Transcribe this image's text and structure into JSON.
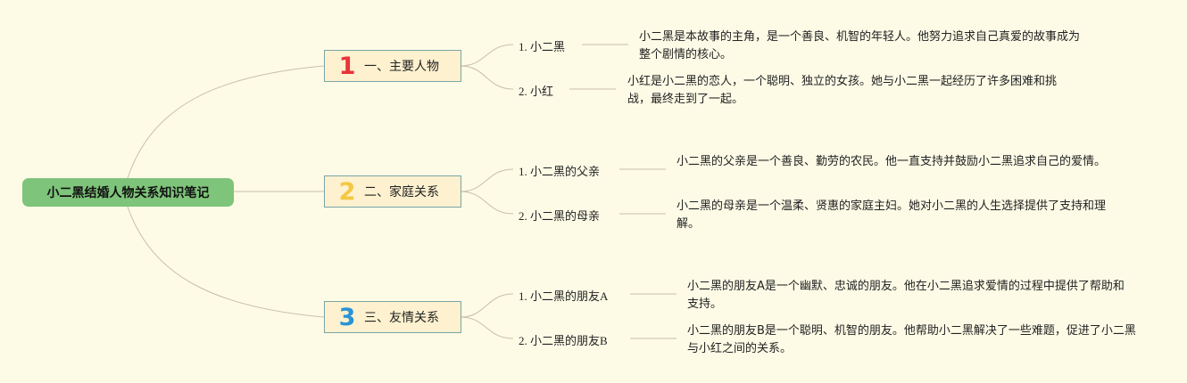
{
  "root": {
    "title": "小二黑结婚人物关系知识笔记"
  },
  "branches": [
    {
      "number": "1",
      "label": "一、主要人物",
      "children": [
        {
          "label": "1. 小二黑",
          "note": "小二黑是本故事的主角，是一个善良、机智的年轻人。他努力追求自己真爱的故事成为整个剧情的核心。"
        },
        {
          "label": "2. 小红",
          "note": "小红是小二黑的恋人，一个聪明、独立的女孩。她与小二黑一起经历了许多困难和挑战，最终走到了一起。"
        }
      ]
    },
    {
      "number": "2",
      "label": "二、家庭关系",
      "children": [
        {
          "label": "1. 小二黑的父亲",
          "note": "小二黑的父亲是一个善良、勤劳的农民。他一直支持并鼓励小二黑追求自己的爱情。"
        },
        {
          "label": "2. 小二黑的母亲",
          "note": "小二黑的母亲是一个温柔、贤惠的家庭主妇。她对小二黑的人生选择提供了支持和理解。"
        }
      ]
    },
    {
      "number": "3",
      "label": "三、友情关系",
      "children": [
        {
          "label": "1. 小二黑的朋友A",
          "note": "小二黑的朋友A是一个幽默、忠诚的朋友。他在小二黑追求爱情的过程中提供了帮助和支持。"
        },
        {
          "label": "2. 小二黑的朋友B",
          "note": "小二黑的朋友B是一个聪明、机智的朋友。他帮助小二黑解决了一些难题，促进了小二黑与小红之间的关系。"
        }
      ]
    }
  ],
  "colors": {
    "background": "#fdfbe6",
    "root_fill": "#7ec47a",
    "branch_fill": "#fdf1cf",
    "branch_border": "#7ba5a6",
    "connector": "#c9bfa6",
    "number_1": "#e8333a",
    "number_2": "#f5c842",
    "number_3": "#2a93d5"
  }
}
